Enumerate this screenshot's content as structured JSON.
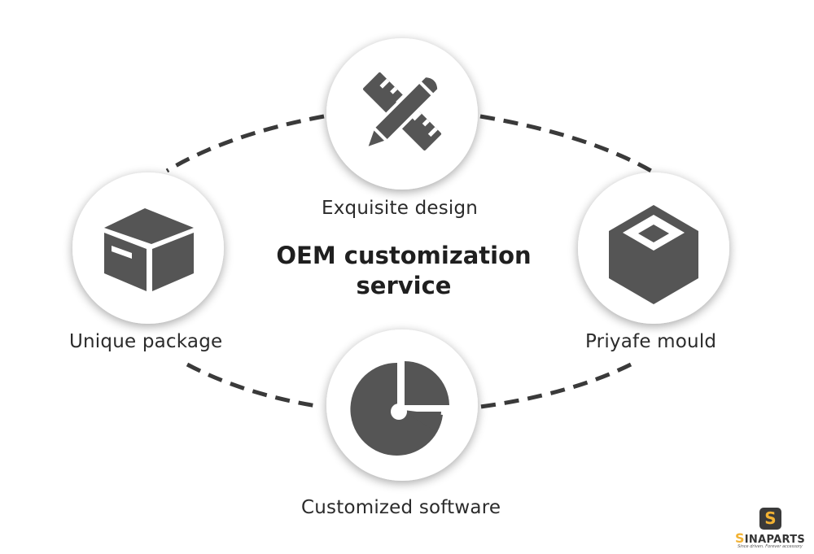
{
  "diagram": {
    "title_line1": "OEM customization",
    "title_line2": "service",
    "nodes": [
      {
        "label": "Exquisite design",
        "icon": "pencil-ruler-icon"
      },
      {
        "label": "Unique package",
        "icon": "box-icon"
      },
      {
        "label": "Priyafe mould",
        "icon": "mould-cube-icon"
      },
      {
        "label": "Customized software",
        "icon": "pie-chart-icon"
      }
    ]
  },
  "logo": {
    "badge": "S",
    "name_first": "S",
    "name_rest": "INAPARTS",
    "tagline": "Since driven. Forever accessory"
  },
  "colors": {
    "icon": "#555555",
    "dashes": "#3a3a3a",
    "accent": "#f2b233"
  }
}
